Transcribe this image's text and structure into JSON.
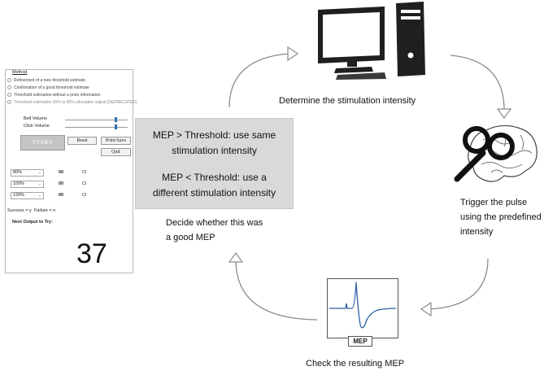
{
  "method_panel": {
    "title": "Method",
    "options": [
      "Refinement of a new threshold estimate",
      "Confirmation of a good threshold estimate",
      "Threshold estimation without a priori information",
      "Threshold estimation 20% to 80% stimulator output (DEPRECATED)"
    ],
    "bell_volume_label": "Bell Volume",
    "click_volume_label": "Click Volume",
    "start_label": "START",
    "reset_label": "Reset",
    "print_save_label": "Print/Save",
    "quit_label": "Quit",
    "rows": [
      {
        "percent": "80%",
        "value": "00",
        "ci": "CI"
      },
      {
        "percent": "100%",
        "value": "00",
        "ci": "CI"
      },
      {
        "percent": "120%",
        "value": "00",
        "ci": "CI"
      }
    ],
    "success_label": "Success = y",
    "failure_label": "Failure = n",
    "next_output_label": "Next Output to Try:",
    "next_output_value": "37"
  },
  "decision_box": {
    "line1": "MEP > Threshold: use same",
    "line2": "stimulation intensity",
    "line3": "MEP < Threshold: use a",
    "line4": "different stimulation intensity"
  },
  "captions": {
    "determine": "Determine the stimulation intensity",
    "trigger_1": "Trigger the pulse",
    "trigger_2": "using the predefined",
    "trigger_3": "intensity",
    "check": "Check the resulting MEP",
    "decide_1": "Decide whether this was",
    "decide_2": "a good MEP"
  },
  "mep_label": "MEP",
  "colors": {
    "arrow": "#8c8c8c",
    "decision_fill": "#d9d9d9",
    "signal": "#2f5fa5",
    "slider_thumb": "#2f6fb3"
  },
  "icons": [
    "computer-icon",
    "brain-icon",
    "tms-coil-icon",
    "mep-waveform-icon"
  ]
}
